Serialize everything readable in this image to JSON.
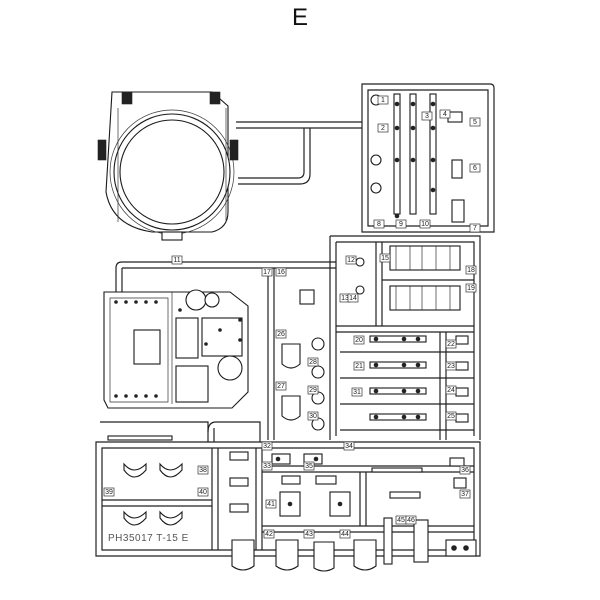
{
  "sheet": {
    "letter": "E",
    "stamp": "PH35017  T-15  E"
  },
  "part_numbers": [
    "1",
    "2",
    "3",
    "4",
    "5",
    "6",
    "7",
    "8",
    "9",
    "10",
    "11",
    "12",
    "13",
    "14",
    "15",
    "16",
    "17",
    "18",
    "19",
    "20",
    "21",
    "22",
    "23",
    "24",
    "25",
    "26",
    "27",
    "28",
    "29",
    "30",
    "31",
    "32",
    "33",
    "34",
    "35",
    "36",
    "37",
    "38",
    "39",
    "40",
    "41",
    "42",
    "43",
    "44",
    "45",
    "46"
  ]
}
